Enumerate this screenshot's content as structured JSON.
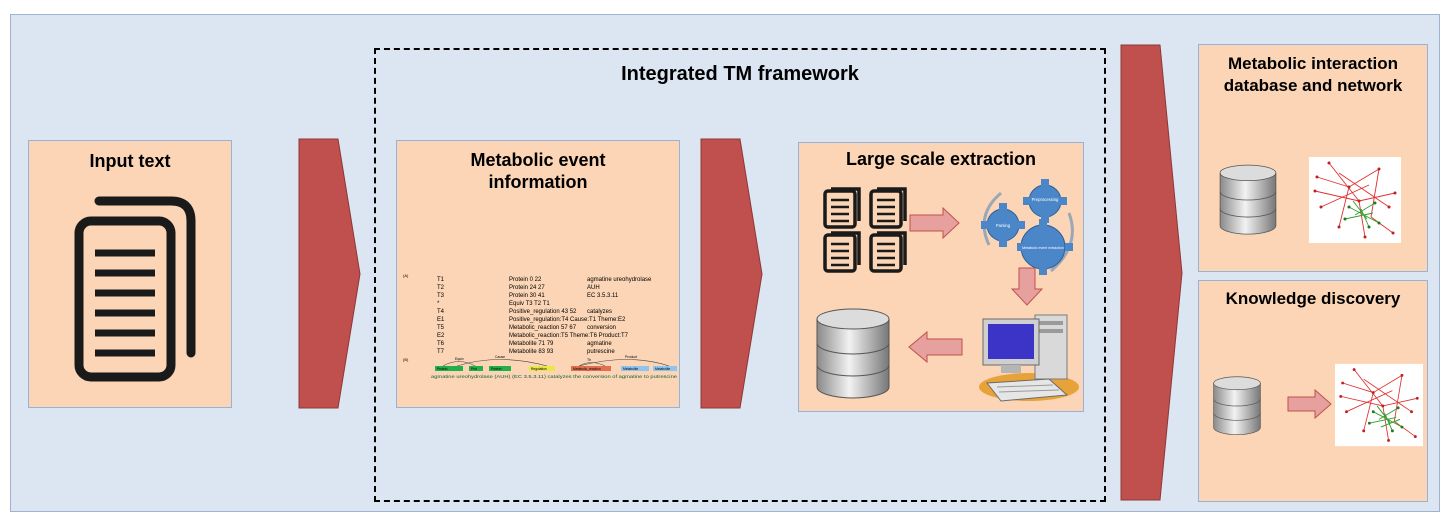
{
  "framework": {
    "title": "Integrated TM framework"
  },
  "input": {
    "title": "Input text",
    "icon": "documents-icon"
  },
  "metabolic_event": {
    "title_line1": "Metabolic event",
    "title_line2": "information",
    "label_a": "(A)",
    "label_b": "(B)",
    "rows": [
      {
        "id": "T1",
        "type": "Protein 0 22",
        "text": "agmatine ureohydrolase"
      },
      {
        "id": "T2",
        "type": "Protein 24 27",
        "text": "AUH"
      },
      {
        "id": "T3",
        "type": "Protein 30 41",
        "text": "EC 3.5.3.11"
      },
      {
        "id": "*",
        "type": "Equiv T3 T2 T1",
        "text": ""
      },
      {
        "id": "T4",
        "type": "Positive_regulation 43 52",
        "text": "catalyzes"
      },
      {
        "id": "E1",
        "type": "Positive_regulation:T4 Cause:T1 Theme:E2",
        "text": ""
      },
      {
        "id": "T5",
        "type": "Metabolic_reaction 57 67",
        "text": "conversion"
      },
      {
        "id": "E2",
        "type": "Metabolic_reaction:T5 Theme:T6 Product:T7",
        "text": ""
      },
      {
        "id": "T6",
        "type": "Metabolite 71 79",
        "text": "agmatine"
      },
      {
        "id": "T7",
        "type": "Metabolite 83 93",
        "text": "putrescine"
      }
    ],
    "annotation": {
      "arcs": [
        "Equiv",
        "Cause",
        "Th",
        "Product"
      ],
      "tags": [
        "Protein",
        "Prot",
        "Protein",
        "Regulation",
        "Metabolic_reaction",
        "Metabolite",
        "Metabolite"
      ],
      "sentence": "agmatine ureohydrolase (AUH) (EC 3.5.3.11) catalyzes the conversion of agmatine to putrescine"
    }
  },
  "extraction": {
    "title": "Large scale extraction",
    "gears": [
      "Preprocessing",
      "Parsing",
      "Metabolic event extraction"
    ],
    "icons": [
      "documents-grid-icon",
      "gears-icon",
      "computer-icon",
      "database-icon"
    ]
  },
  "metabolic_db": {
    "title_line1": "Metabolic interaction",
    "title_line2": "database and network",
    "icons": [
      "database-icon",
      "network-graph-icon"
    ]
  },
  "knowledge": {
    "title": "Knowledge discovery",
    "icons": [
      "database-icon",
      "network-graph-icon"
    ]
  },
  "colors": {
    "background": "#dce6f2",
    "box_fill": "#fbd5b5",
    "big_arrow": "#c0504d",
    "small_arrow": "#e6a19f",
    "network_red": "#e03030",
    "network_green": "#2ea02e"
  }
}
